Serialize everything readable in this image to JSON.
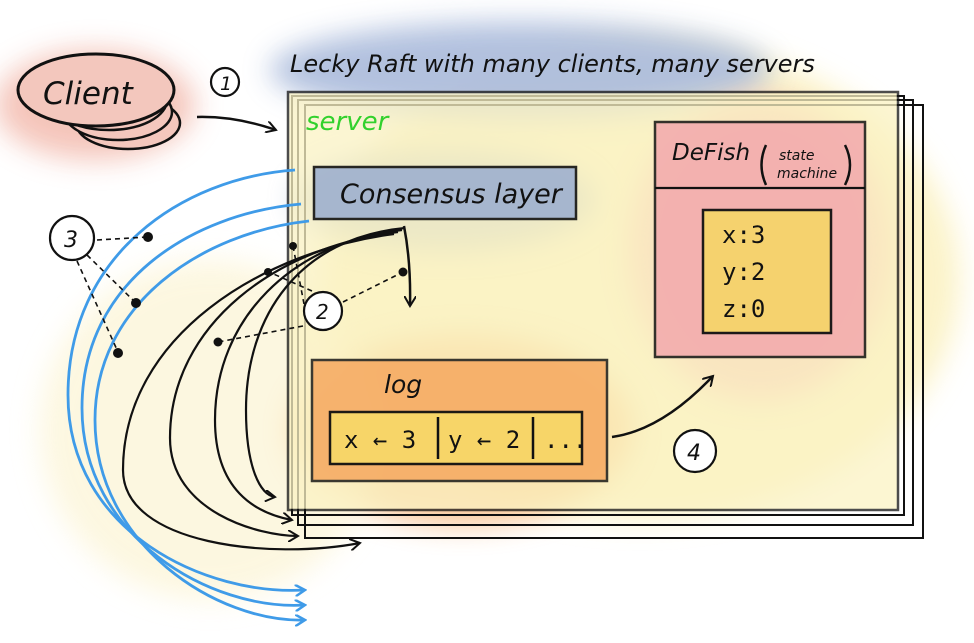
{
  "title": "Lecky Raft with many clients, many servers",
  "client": {
    "label": "Client"
  },
  "server": {
    "label": "server"
  },
  "consensus": {
    "label": "Consensus layer"
  },
  "defish": {
    "label": "DeFish",
    "paren_label_line1": "state",
    "paren_label_line2": "machine",
    "state": [
      "x:3",
      "y:2",
      "z:0"
    ]
  },
  "log": {
    "label": "log",
    "entries": [
      "x ← 3",
      "y ← 2",
      "..."
    ]
  },
  "steps": [
    "1",
    "2",
    "3",
    "4"
  ],
  "colors": {
    "client_fill": "#f3c7bd",
    "title_bg": "#aebedd",
    "server_bg": "#fbf3c4",
    "consensus_bg": "#9fb1cf",
    "defish_bg": "#f2a9ad",
    "state_bg": "#f6d46b",
    "log_bg": "#f6a65c",
    "log_inner_bg": "#f8d768",
    "blue_arrow": "#3f9be8",
    "server_label": "#32d12d"
  }
}
